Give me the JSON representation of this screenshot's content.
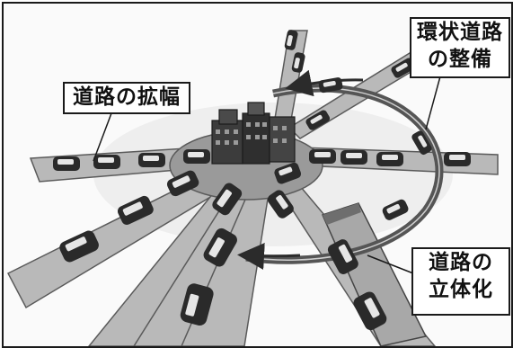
{
  "labels": {
    "road_widening": "道路の拡幅",
    "ring_road_line1": "環状道路",
    "ring_road_line2": "の整備",
    "grade_separation_line1": "道路の",
    "grade_separation_line2": "立体化"
  },
  "colors": {
    "road": "#b9b9b9",
    "road_edge": "#5a5a5a",
    "ring_road": "#555555",
    "plaza": "#9a9a9a",
    "building": "#3c3c3c",
    "car": "#2a2a2a",
    "car_window": "#e6e6e6",
    "arrow": "#2b2b2b",
    "border": "#1a1a1a"
  }
}
